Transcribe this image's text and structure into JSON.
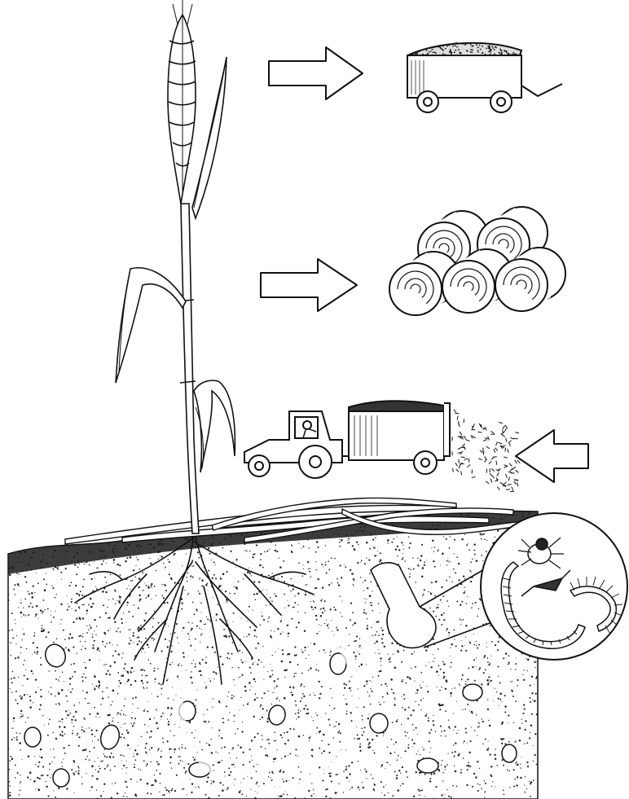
{
  "diagram": {
    "description_labels": [],
    "colors": {
      "ink": "#111111",
      "paper": "#ffffff",
      "soil_dot": "#222222"
    },
    "panels": [
      {
        "id": "grain-to-trailer",
        "icon": "grain-trailer-icon"
      },
      {
        "id": "straw-to-bales",
        "icon": "straw-bales-icon"
      },
      {
        "id": "residue-to-field",
        "icon": "tractor-spreader-icon"
      }
    ],
    "soil_life_icon": "magnifier-soil-organisms-icon"
  }
}
